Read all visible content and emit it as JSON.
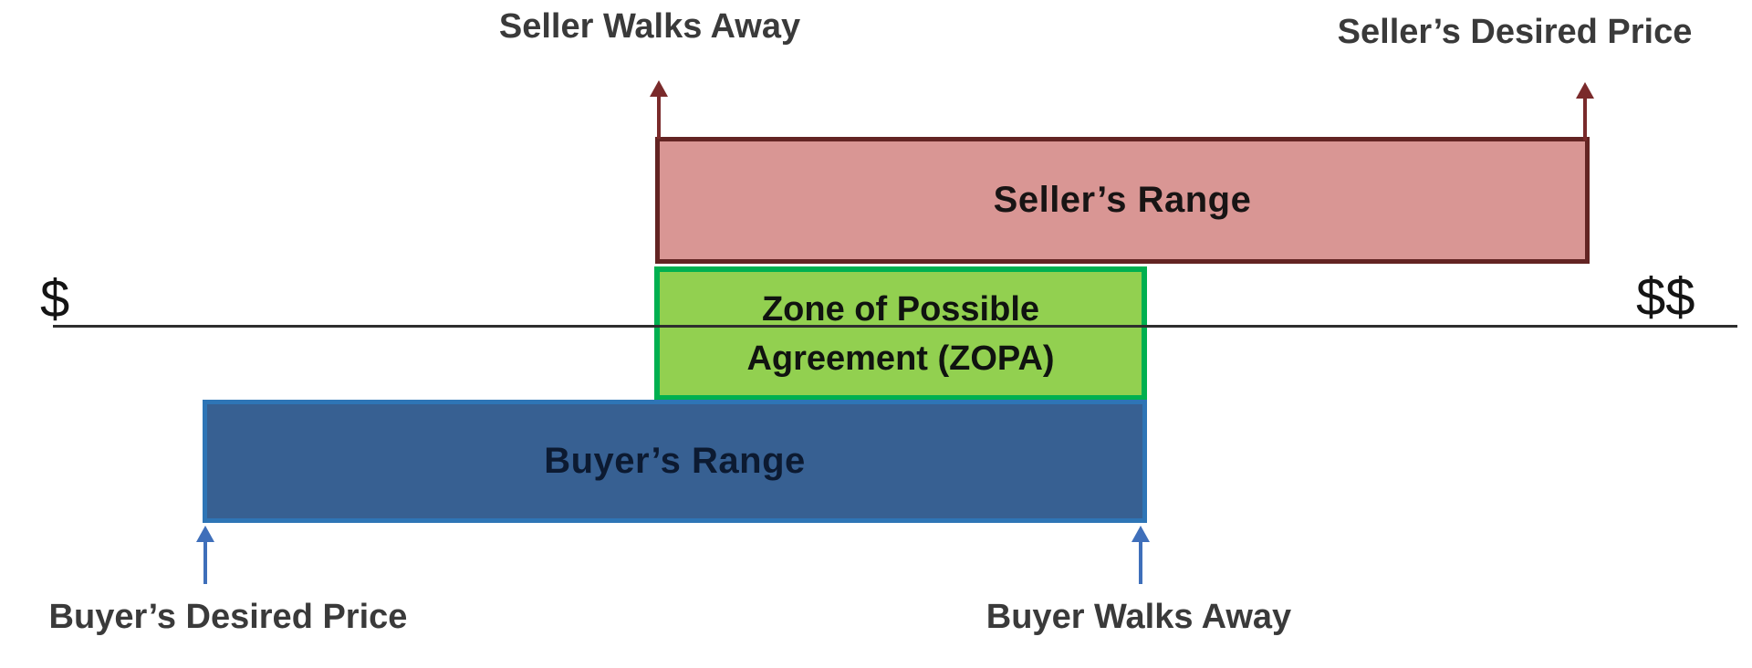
{
  "diagram": {
    "name": "Zone of Possible Agreement (ZOPA) negotiation diagram",
    "axis": {
      "low_symbol": "$",
      "high_symbol": "$$",
      "line_color": "#2e2e2e"
    },
    "ranges": {
      "seller": {
        "label": "Seller’s Range",
        "fill": "#d99694",
        "border": "#632423"
      },
      "zopa": {
        "label_line1": "Zone of Possible",
        "label_line2": "Agreement (ZOPA)",
        "fill": "#92d050",
        "border": "#00b050"
      },
      "buyer": {
        "label": "Buyer’s Range",
        "fill": "#376092",
        "border": "#2e75b6"
      }
    },
    "annotations": {
      "seller_walks_away": "Seller Walks Away",
      "seller_desired_price": "Seller’s Desired Price",
      "buyer_desired_price": "Buyer’s Desired Price",
      "buyer_walks_away": "Buyer Walks Away"
    },
    "arrow_colors": {
      "seller": "#7a2a2b",
      "buyer": "#3f6fba"
    }
  }
}
